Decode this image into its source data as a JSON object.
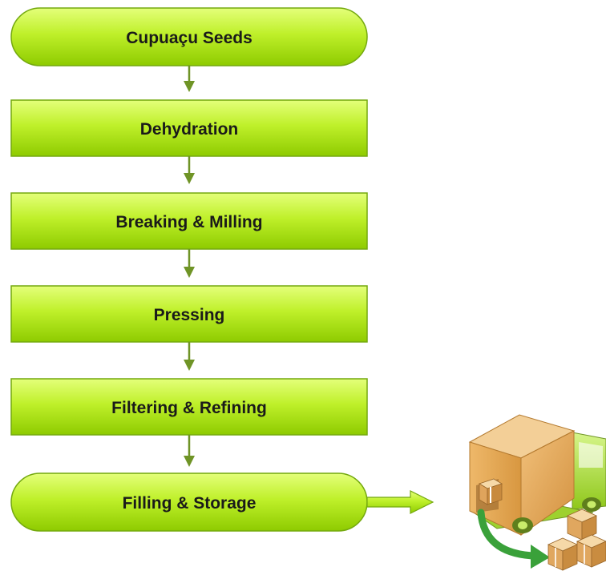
{
  "flowchart": {
    "steps": [
      {
        "label": "Cupuaçu Seeds",
        "shape": "terminator"
      },
      {
        "label": "Dehydration",
        "shape": "process"
      },
      {
        "label": "Breaking & Milling",
        "shape": "process"
      },
      {
        "label": "Pressing",
        "shape": "process"
      },
      {
        "label": "Filtering & Refining",
        "shape": "process"
      },
      {
        "label": "Filling & Storage",
        "shape": "terminator"
      }
    ],
    "output": {
      "icon": "delivery-truck-icon"
    }
  },
  "colors": {
    "box_light": "#e4ff7a",
    "box_mid": "#b4ea1a",
    "box_dark": "#8ecb00",
    "box_border": "#74a90f",
    "arrow": "#6f9426",
    "truck_cargo": "#e6ab5a",
    "truck_cab": "#b4e43c",
    "swoosh": "#3aa13a"
  }
}
